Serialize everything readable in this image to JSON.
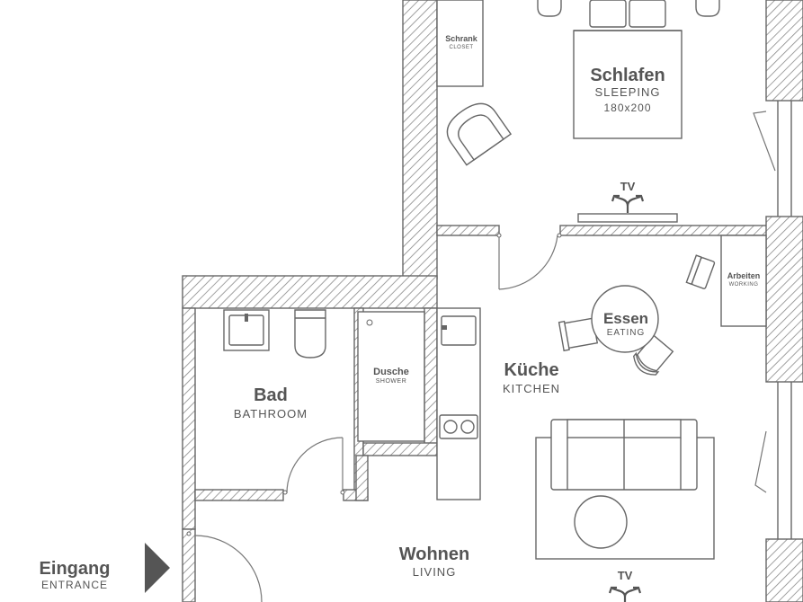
{
  "rooms": {
    "bedroom": {
      "name": "Schlafen",
      "name_en": "SLEEPING",
      "bed_size": "180x200"
    },
    "bathroom": {
      "name": "Bad",
      "name_en": "BATHROOM"
    },
    "kitchen": {
      "name": "Küche",
      "name_en": "KITCHEN"
    },
    "living": {
      "name": "Wohnen",
      "name_en": "LIVING"
    },
    "dining": {
      "name": "Essen",
      "name_en": "EATING"
    }
  },
  "fixtures": {
    "closet": {
      "name": "Schrank",
      "name_en": "CLOSET"
    },
    "shower": {
      "name": "Dusche",
      "name_en": "SHOWER"
    },
    "workspace": {
      "name": "Arbeiten",
      "name_en": "WORKING"
    },
    "tv_bedroom": {
      "label": "TV"
    },
    "tv_living": {
      "label": "TV"
    }
  },
  "entrance": {
    "name": "Eingang",
    "name_en": "ENTRANCE"
  },
  "colors": {
    "wall_line": "#666666",
    "text": "#555555",
    "background": "#ffffff"
  }
}
